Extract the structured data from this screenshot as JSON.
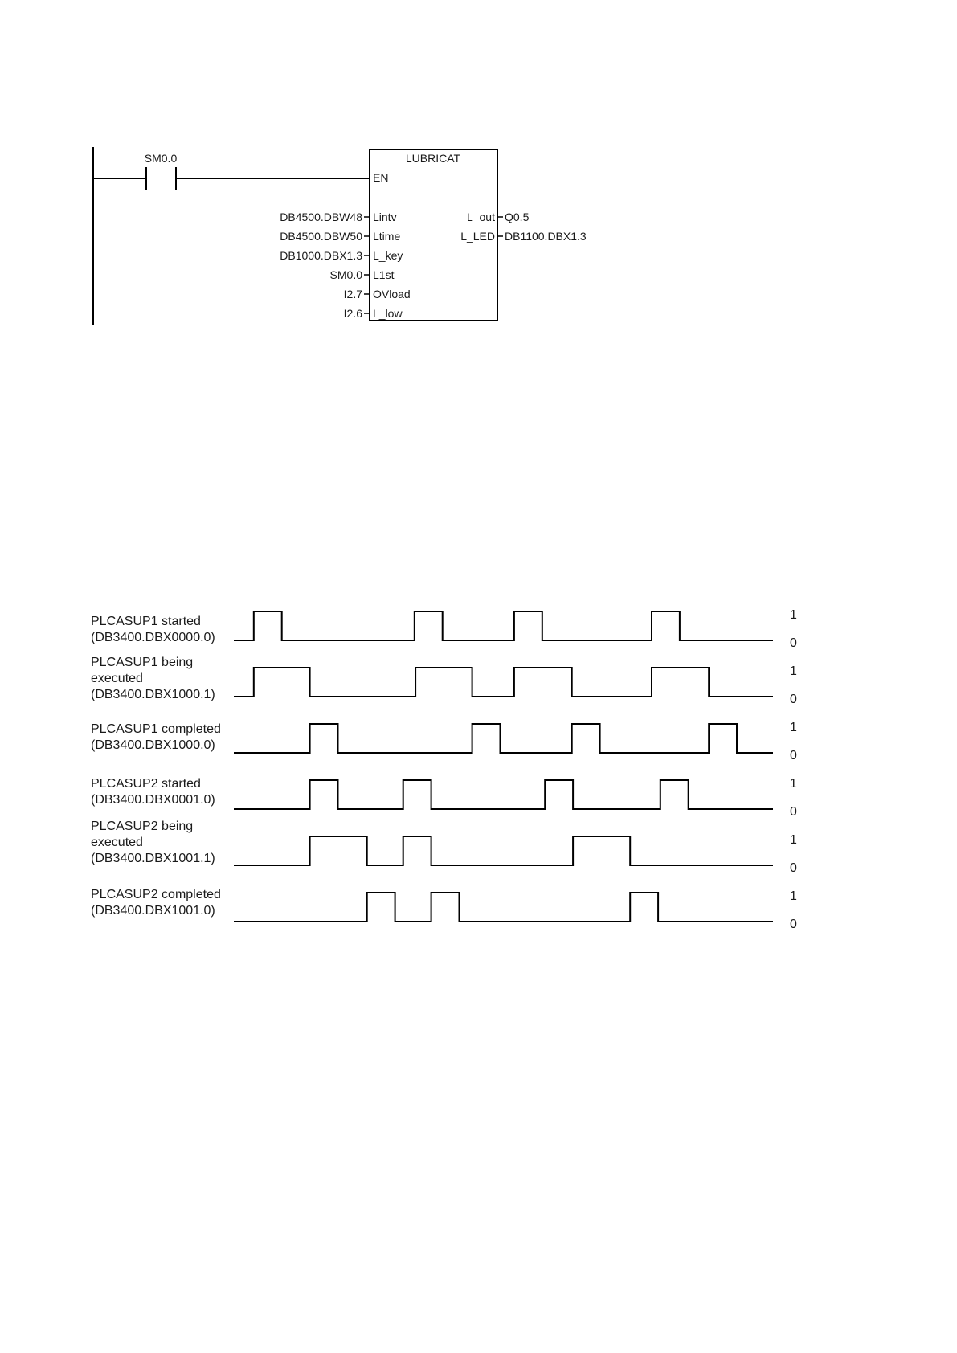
{
  "ladder": {
    "contact_label": "SM0.0",
    "block_name": "LUBRICAT",
    "enable_pin": "EN",
    "inputs": [
      {
        "pin": "Lintv",
        "operand": "DB4500.DBW48"
      },
      {
        "pin": "Ltime",
        "operand": "DB4500.DBW50"
      },
      {
        "pin": "L_key",
        "operand": "DB1000.DBX1.3"
      },
      {
        "pin": "L1st",
        "operand": "SM0.0"
      },
      {
        "pin": "OVload",
        "operand": "I2.7"
      },
      {
        "pin": "L_low",
        "operand": "I2.6"
      }
    ],
    "outputs": [
      {
        "pin": "L_out",
        "operand": "Q0.5"
      },
      {
        "pin": "L_LED",
        "operand": "DB1100.DBX1.3"
      }
    ]
  },
  "timing": {
    "high_label": "1",
    "low_label": "0",
    "signals": [
      {
        "lines": [
          "PLCASUP1 started",
          "(DB3400.DBX0000.0)"
        ],
        "pulses": [
          [
            0.037,
            0.089
          ],
          [
            0.335,
            0.387
          ],
          [
            0.52,
            0.572
          ],
          [
            0.775,
            0.827
          ]
        ]
      },
      {
        "lines": [
          "PLCASUP1 being",
          "executed",
          "(DB3400.DBX1000.1)"
        ],
        "pulses": [
          [
            0.037,
            0.141
          ],
          [
            0.337,
            0.442
          ],
          [
            0.52,
            0.627
          ],
          [
            0.775,
            0.881
          ]
        ]
      },
      {
        "lines": [
          "PLCASUP1 completed",
          "(DB3400.DBX1000.0)"
        ],
        "pulses": [
          [
            0.141,
            0.193
          ],
          [
            0.442,
            0.494
          ],
          [
            0.627,
            0.679
          ],
          [
            0.881,
            0.933
          ]
        ]
      },
      {
        "lines": [
          "PLCASUP2 started",
          "(DB3400.DBX0001.0)"
        ],
        "pulses": [
          [
            0.141,
            0.193
          ],
          [
            0.314,
            0.366
          ],
          [
            0.577,
            0.629
          ],
          [
            0.791,
            0.843
          ]
        ]
      },
      {
        "lines": [
          "PLCASUP2 being",
          "executed",
          "(DB3400.DBX1001.1)"
        ],
        "pulses": [
          [
            0.141,
            0.247
          ],
          [
            0.314,
            0.366
          ],
          [
            0.629,
            0.735
          ]
        ]
      },
      {
        "lines": [
          "PLCASUP2 completed",
          "(DB3400.DBX1001.0)"
        ],
        "pulses": [
          [
            0.247,
            0.299
          ],
          [
            0.366,
            0.418
          ],
          [
            0.735,
            0.787
          ]
        ]
      }
    ]
  }
}
